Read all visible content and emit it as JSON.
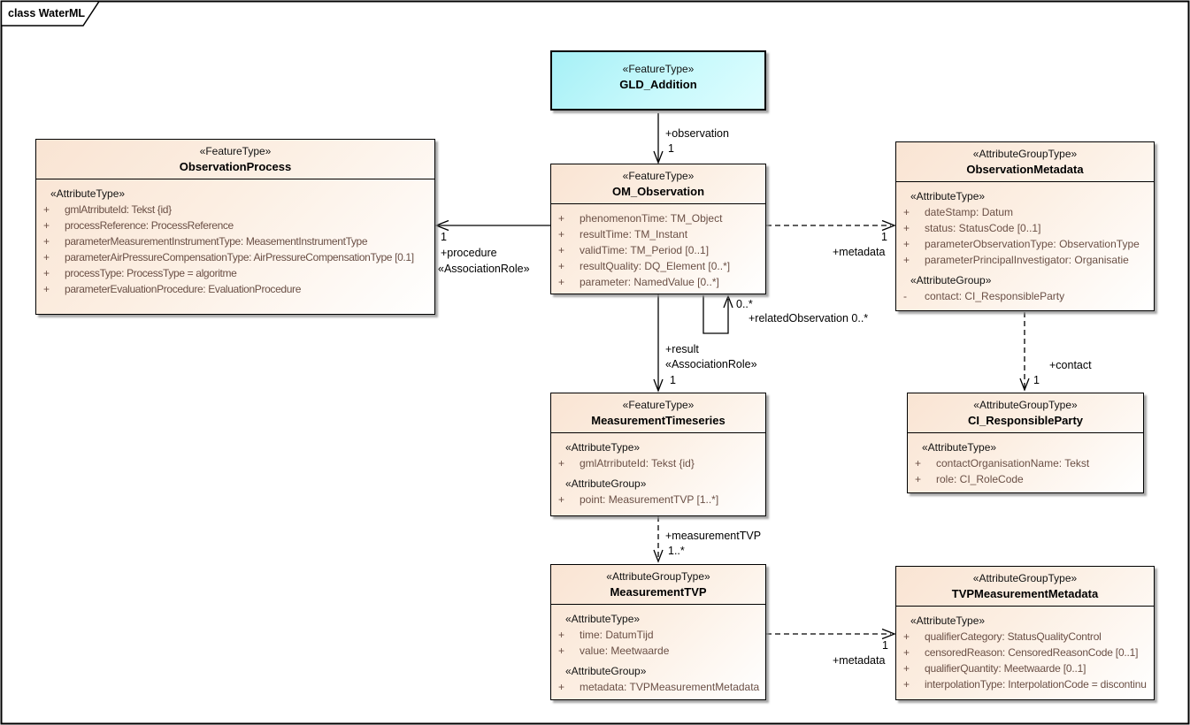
{
  "frame": {
    "title": "class WaterML"
  },
  "colors": {
    "box_fill_start": "#f9e4d3",
    "box_fill_end": "#ffffff",
    "cyan_fill_start": "#a6f0f6",
    "cyan_fill_end": "#defdfe",
    "attribute_text": "#6a4f45",
    "border": "#000000",
    "shadow": "#919191"
  },
  "classes": {
    "gld_addition": {
      "stereotype": "«FeatureType»",
      "name": "GLD_Addition",
      "rows": []
    },
    "observation_process": {
      "stereotype": "«FeatureType»",
      "name": "ObservationProcess",
      "rows": [
        {
          "kind": "stereo",
          "text": "«AttributeType»"
        },
        {
          "kind": "attr",
          "prefix": "+",
          "text": "gmlAtrributeId: Tekst {id}"
        },
        {
          "kind": "attr",
          "prefix": "+",
          "text": "processReference: ProcessReference"
        },
        {
          "kind": "attr",
          "prefix": "+",
          "text": "parameterMeasurementInstrumentType: MeasementInstrumentType"
        },
        {
          "kind": "attr",
          "prefix": "+",
          "text": "parameterAirPressureCompensationType: AirPressureCompensationType [0.1]"
        },
        {
          "kind": "attr",
          "prefix": "+",
          "text": "processType: ProcessType = algoritme"
        },
        {
          "kind": "attr",
          "prefix": "+",
          "text": "parameterEvaluationProcedure: EvaluationProcedure"
        }
      ]
    },
    "om_observation": {
      "stereotype": "«FeatureType»",
      "name": "OM_Observation",
      "rows": [
        {
          "kind": "attr",
          "prefix": "+",
          "text": "phenomenonTime: TM_Object"
        },
        {
          "kind": "attr",
          "prefix": "+",
          "text": "resultTime: TM_Instant"
        },
        {
          "kind": "attr",
          "prefix": "+",
          "text": "validTime: TM_Period [0..1]"
        },
        {
          "kind": "attr",
          "prefix": "+",
          "text": "resultQuality: DQ_Element [0..*]"
        },
        {
          "kind": "attr",
          "prefix": "+",
          "text": "parameter: NamedValue [0..*]"
        }
      ]
    },
    "observation_metadata": {
      "stereotype": "«AttributeGroupType»",
      "name": "ObservationMetadata",
      "rows": [
        {
          "kind": "stereo",
          "text": "«AttributeType»"
        },
        {
          "kind": "attr",
          "prefix": "+",
          "text": "dateStamp: Datum"
        },
        {
          "kind": "attr",
          "prefix": "+",
          "text": "status: StatusCode [0..1]"
        },
        {
          "kind": "attr",
          "prefix": "+",
          "text": "parameterObservationType: ObservationType"
        },
        {
          "kind": "attr",
          "prefix": "+",
          "text": "parameterPrincipalInvestigator: Organisatie"
        },
        {
          "kind": "stereo",
          "text": "«AttributeGroup»"
        },
        {
          "kind": "attr",
          "prefix": "-",
          "text": "contact: CI_ResponsibleParty"
        }
      ]
    },
    "measurement_timeseries": {
      "stereotype": "«FeatureType»",
      "name": "MeasurementTimeseries",
      "rows": [
        {
          "kind": "stereo",
          "text": "«AttributeType»"
        },
        {
          "kind": "attr",
          "prefix": "+",
          "text": "gmlAtrributeId: Tekst {id}"
        },
        {
          "kind": "stereo",
          "text": "«AttributeGroup»"
        },
        {
          "kind": "attr",
          "prefix": "+",
          "text": "point: MeasurementTVP [1..*]"
        }
      ]
    },
    "ci_responsibleparty": {
      "stereotype": "«AttributeGroupType»",
      "name": "CI_ResponsibleParty",
      "rows": [
        {
          "kind": "stereo",
          "text": "«AttributeType»"
        },
        {
          "kind": "attr",
          "prefix": "+",
          "text": "contactOrganisationName: Tekst"
        },
        {
          "kind": "attr",
          "prefix": "+",
          "text": "role: CI_RoleCode"
        }
      ]
    },
    "measurement_tvp": {
      "stereotype": "«AttributeGroupType»",
      "name": "MeasurementTVP",
      "rows": [
        {
          "kind": "stereo",
          "text": "«AttributeType»"
        },
        {
          "kind": "attr",
          "prefix": "+",
          "text": "time: DatumTijd"
        },
        {
          "kind": "attr",
          "prefix": "+",
          "text": "value: Meetwaarde"
        },
        {
          "kind": "stereo",
          "text": "«AttributeGroup»"
        },
        {
          "kind": "attr",
          "prefix": "+",
          "text": "metadata: TVPMeasurementMetadata"
        }
      ]
    },
    "tvp_measurement_metadata": {
      "stereotype": "«AttributeGroupType»",
      "name": "TVPMeasurementMetadata",
      "rows": [
        {
          "kind": "stereo",
          "text": "«AttributeType»"
        },
        {
          "kind": "attr",
          "prefix": "+",
          "text": "qualifierCategory: StatusQualityControl"
        },
        {
          "kind": "attr",
          "prefix": "+",
          "text": "censoredReason: CensoredReasonCode [0..1]"
        },
        {
          "kind": "attr",
          "prefix": "+",
          "text": "qualifierQuantity: Meetwaarde [0..1]"
        },
        {
          "kind": "attr",
          "prefix": "+",
          "text": "interpolationType: InterpolationCode = discontinu"
        }
      ]
    }
  },
  "connectors": {
    "observation": {
      "role": "+observation",
      "mult": "1"
    },
    "procedure": {
      "mult": "1",
      "role": "+procedure",
      "stereotype": "«AssociationRole»"
    },
    "metadata_obs": {
      "mult": "1",
      "role": "+metadata"
    },
    "related_observation": {
      "mult": "0..*",
      "role": "+relatedObservation 0..*"
    },
    "result": {
      "role": "+result",
      "stereotype": "«AssociationRole»",
      "mult": "1"
    },
    "contact": {
      "role": "+contact",
      "mult": "1"
    },
    "measurement_tvp": {
      "role": "+measurementTVP",
      "mult": "1..*"
    },
    "metadata_tvp": {
      "mult": "1",
      "role": "+metadata"
    }
  }
}
